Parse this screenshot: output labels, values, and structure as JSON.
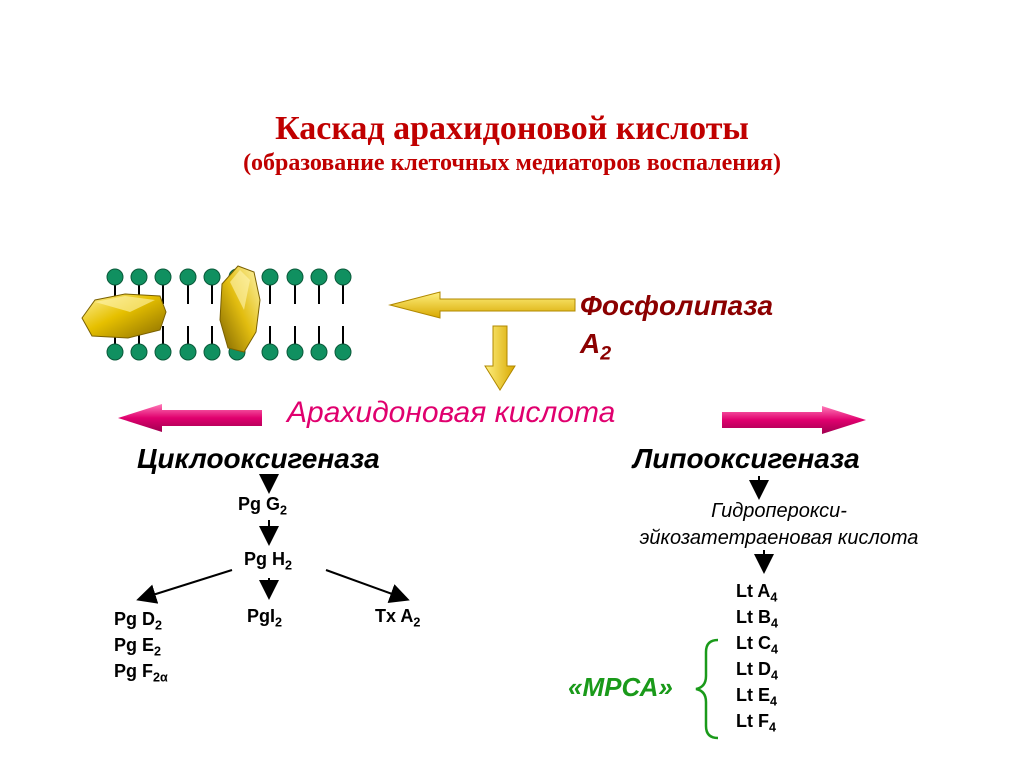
{
  "title": "Каскад арахидоновой кислоты",
  "subtitle": "(образование клеточных медиаторов воспаления)",
  "phospholipase": {
    "name": "Фосфолипаза",
    "letter": "А",
    "sub": "2"
  },
  "arachidonic_acid": "Арахидоновая кислота",
  "left_branch": {
    "enzyme": "Циклооксигеназа",
    "pg_g": {
      "base": "Pg G",
      "sub": "2"
    },
    "pg_h": {
      "base": "Pg H",
      "sub": "2"
    },
    "pg_d": {
      "base": "Pg D",
      "sub": "2"
    },
    "pg_e": {
      "base": "Pg E",
      "sub": "2"
    },
    "pg_f": {
      "base": "Pg F",
      "sub": "2α"
    },
    "pgi": {
      "base": "PgI",
      "sub": "2"
    },
    "tx": {
      "base": "Tx A",
      "sub": "2"
    }
  },
  "right_branch": {
    "enzyme": "Липооксигеназа",
    "intermediate_line1": "Гидроперокси-",
    "intermediate_line2": "эйкозатетраеновая кислота",
    "leukotrienes": [
      {
        "base": "Lt A",
        "sub": "4"
      },
      {
        "base": "Lt B",
        "sub": "4"
      },
      {
        "base": "Lt C",
        "sub": "4"
      },
      {
        "base": "Lt D",
        "sub": "4"
      },
      {
        "base": "Lt E",
        "sub": "4"
      },
      {
        "base": "Lt F",
        "sub": "4"
      }
    ],
    "mrsa": "«МРСА»"
  },
  "colors": {
    "title": "#c00000",
    "phospholipase": "#8b0000",
    "arachidonic": "#e0006e",
    "pink_arrow": "#e0006e",
    "yellow_arrow": "#e8c020",
    "mrsa": "#1a9a1a",
    "lipid_head": "#109060"
  }
}
